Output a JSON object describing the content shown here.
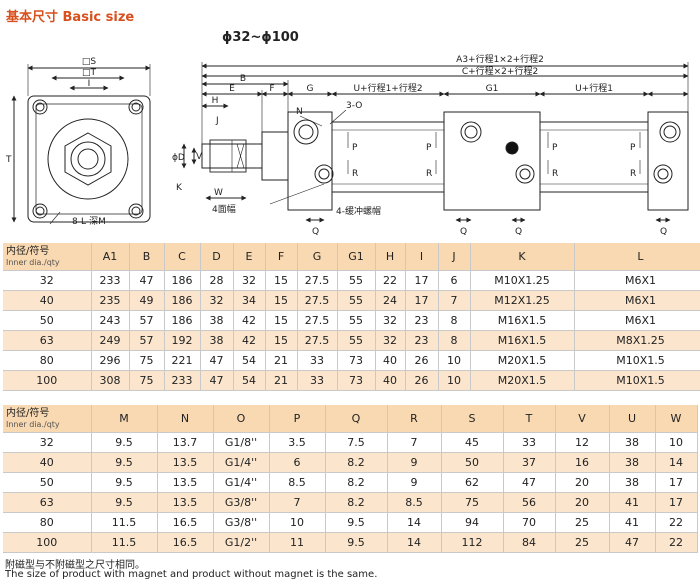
{
  "header": {
    "title": "基本尺寸 Basic size",
    "bore_range": "ϕ32~ϕ100"
  },
  "drawing_labels": {
    "S": "□S",
    "T_sq": "□T",
    "I": "I",
    "T": "T",
    "B_label": "B",
    "E_label": "E",
    "F_label": "F",
    "H_label": "H",
    "J_label": "J",
    "V_label": "V",
    "D_label": "ϕD",
    "K_label": "K",
    "W_label": "W",
    "four_face": "4面幅",
    "thread_hole": "8-L-深M",
    "G_label": "G",
    "N_label": "N",
    "O_label": "3-O",
    "U1": "U+行程1+行程2",
    "G1_label": "G1",
    "U2": "U+行程1",
    "A3": "A3+行程1×2+行程2",
    "C": "C+行程×2+行程2",
    "P": "P",
    "R": "R",
    "Q": "Q",
    "cushion": "4-缓冲螺帽"
  },
  "table1": {
    "header_cn": "内径/符号",
    "header_en": "Inner dia./qty",
    "columns": [
      "A1",
      "B",
      "C",
      "D",
      "E",
      "F",
      "G",
      "G1",
      "H",
      "I",
      "J",
      "K",
      "L"
    ],
    "rows": [
      [
        "32",
        "233",
        "47",
        "186",
        "28",
        "32",
        "15",
        "27.5",
        "55",
        "22",
        "17",
        "6",
        "M10X1.25",
        "M6X1"
      ],
      [
        "40",
        "235",
        "49",
        "186",
        "32",
        "34",
        "15",
        "27.5",
        "55",
        "24",
        "17",
        "7",
        "M12X1.25",
        "M6X1"
      ],
      [
        "50",
        "243",
        "57",
        "186",
        "38",
        "42",
        "15",
        "27.5",
        "55",
        "32",
        "23",
        "8",
        "M16X1.5",
        "M6X1"
      ],
      [
        "63",
        "249",
        "57",
        "192",
        "38",
        "42",
        "15",
        "27.5",
        "55",
        "32",
        "23",
        "8",
        "M16X1.5",
        "M8X1.25"
      ],
      [
        "80",
        "296",
        "75",
        "221",
        "47",
        "54",
        "21",
        "33",
        "73",
        "40",
        "26",
        "10",
        "M20X1.5",
        "M10X1.5"
      ],
      [
        "100",
        "308",
        "75",
        "233",
        "47",
        "54",
        "21",
        "33",
        "73",
        "40",
        "26",
        "10",
        "M20X1.5",
        "M10X1.5"
      ]
    ]
  },
  "table2": {
    "header_cn": "内径/符号",
    "header_en": "Inner dia./qty",
    "columns": [
      "M",
      "N",
      "O",
      "P",
      "Q",
      "R",
      "S",
      "T",
      "V",
      "U",
      "W"
    ],
    "rows": [
      [
        "32",
        "9.5",
        "13.7",
        "G1/8''",
        "3.5",
        "7.5",
        "7",
        "45",
        "33",
        "12",
        "38",
        "10"
      ],
      [
        "40",
        "9.5",
        "13.5",
        "G1/4''",
        "6",
        "8.2",
        "9",
        "50",
        "37",
        "16",
        "38",
        "14"
      ],
      [
        "50",
        "9.5",
        "13.5",
        "G1/4''",
        "8.5",
        "8.2",
        "9",
        "62",
        "47",
        "20",
        "38",
        "17"
      ],
      [
        "63",
        "9.5",
        "13.5",
        "G3/8''",
        "7",
        "8.2",
        "8.5",
        "75",
        "56",
        "20",
        "41",
        "17"
      ],
      [
        "80",
        "11.5",
        "16.5",
        "G3/8''",
        "10",
        "9.5",
        "14",
        "94",
        "70",
        "25",
        "41",
        "22"
      ],
      [
        "100",
        "11.5",
        "16.5",
        "G1/2''",
        "11",
        "9.5",
        "14",
        "112",
        "84",
        "25",
        "47",
        "22"
      ]
    ]
  },
  "notes": {
    "cn": "附磁型与不附磁型之尺寸相同。",
    "en": "The size of product with magnet and product without magnet is the same."
  }
}
